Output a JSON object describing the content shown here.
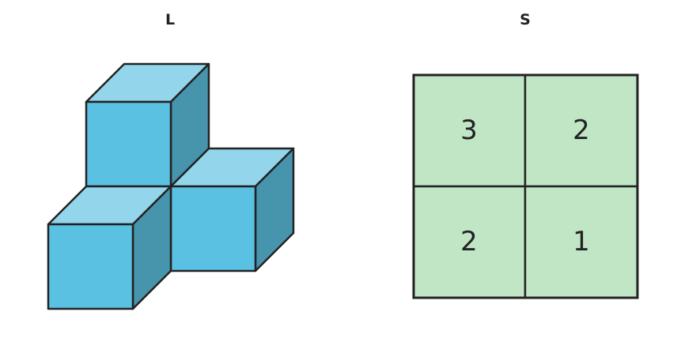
{
  "left_panel": {
    "label": "L",
    "face_colors": {
      "top": "#93d6ec",
      "front": "#5bc1e2",
      "side": "#4794ad"
    },
    "outline_color": "#222222"
  },
  "right_panel": {
    "label": "S",
    "fill_color": "#c1e6c5",
    "outline_color": "#222222",
    "grid": [
      [
        "3",
        "2"
      ],
      [
        "2",
        "1"
      ]
    ]
  }
}
